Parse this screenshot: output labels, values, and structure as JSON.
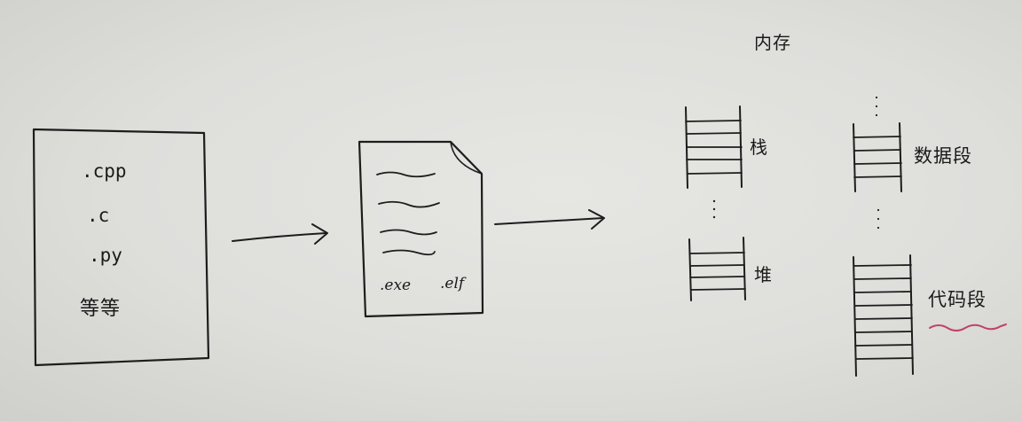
{
  "source_file": {
    "extensions": [
      ".cpp",
      ".c",
      ".py"
    ],
    "etc": "等等"
  },
  "binary_file": {
    "formats": [
      ".exe",
      ".elf"
    ]
  },
  "memory": {
    "title": "内存",
    "segments": {
      "stack": "栈",
      "heap": "堆",
      "data": "数据段",
      "code": "代码段"
    }
  },
  "colors": {
    "ink": "#1d1d1d",
    "highlight": "#c0406a",
    "paper": "#dedeDB"
  }
}
